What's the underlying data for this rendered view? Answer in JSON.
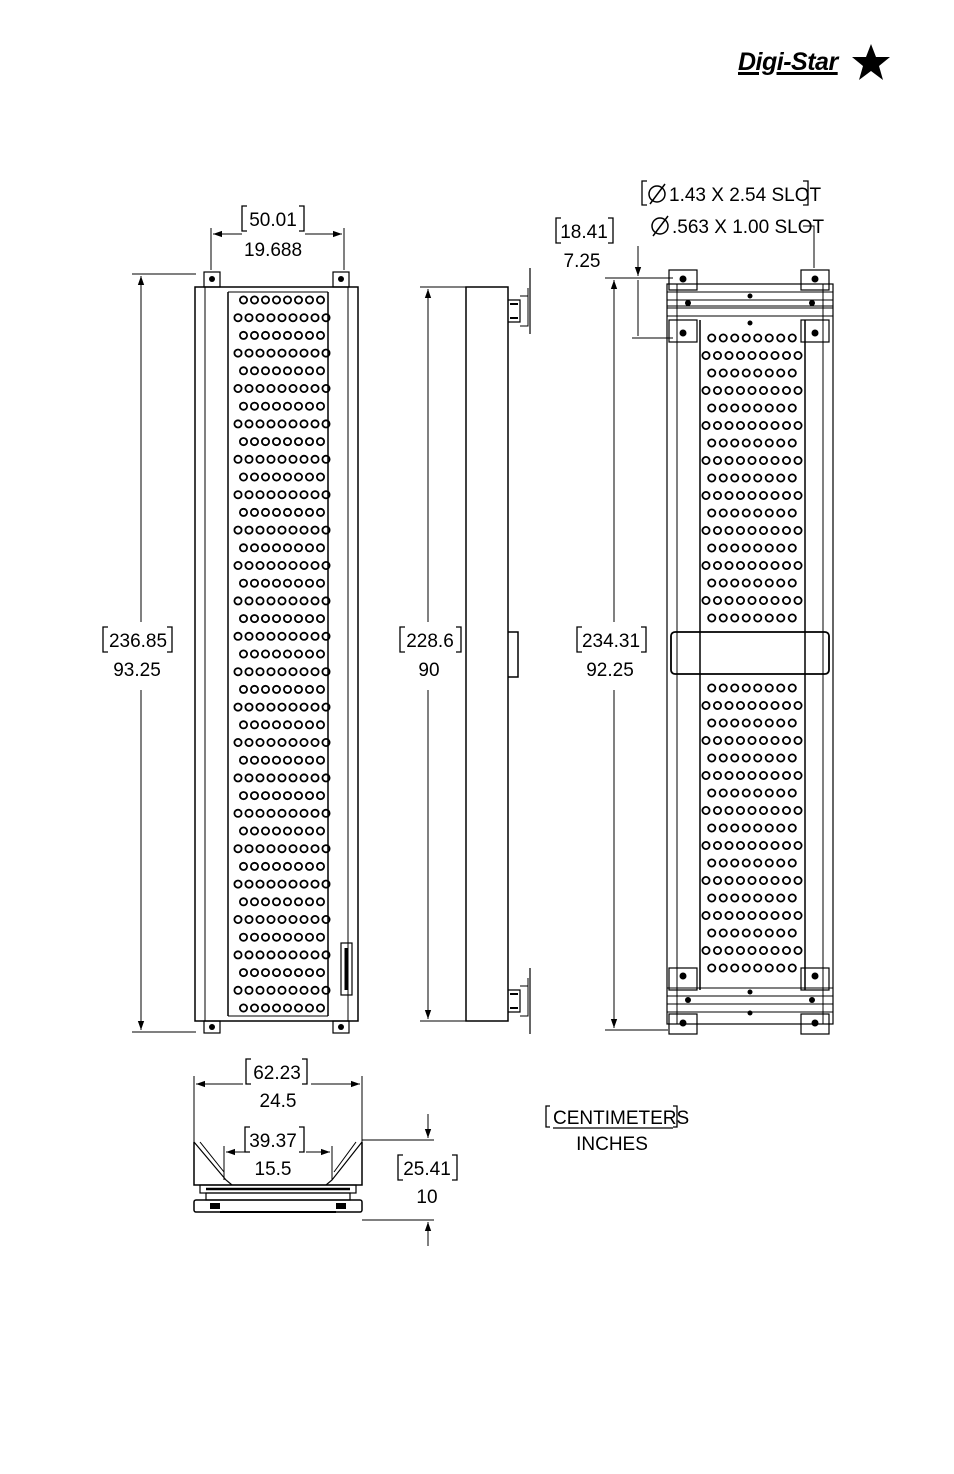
{
  "brand": {
    "name": "Digi-Star"
  },
  "front_view": {
    "width_cm": "50.01",
    "width_in": "19.688",
    "height_cm": "236.85",
    "height_in": "93.25"
  },
  "side_view": {
    "height_cm": "228.6",
    "height_in": "90"
  },
  "back_view": {
    "slot_metric": "1.43 X 2.54 SLOT",
    "slot_imperial": ".563 X 1.00 SLOT",
    "offset_cm": "18.41",
    "offset_in": "7.25",
    "height_cm": "234.31",
    "height_in": "92.25"
  },
  "end_view": {
    "outer_cm": "62.23",
    "outer_in": "24.5",
    "inner_cm": "39.37",
    "inner_in": "15.5",
    "depth_cm": "25.41",
    "depth_in": "10"
  },
  "units_legend": {
    "primary": "CENTIMETERS",
    "secondary": "INCHES"
  }
}
